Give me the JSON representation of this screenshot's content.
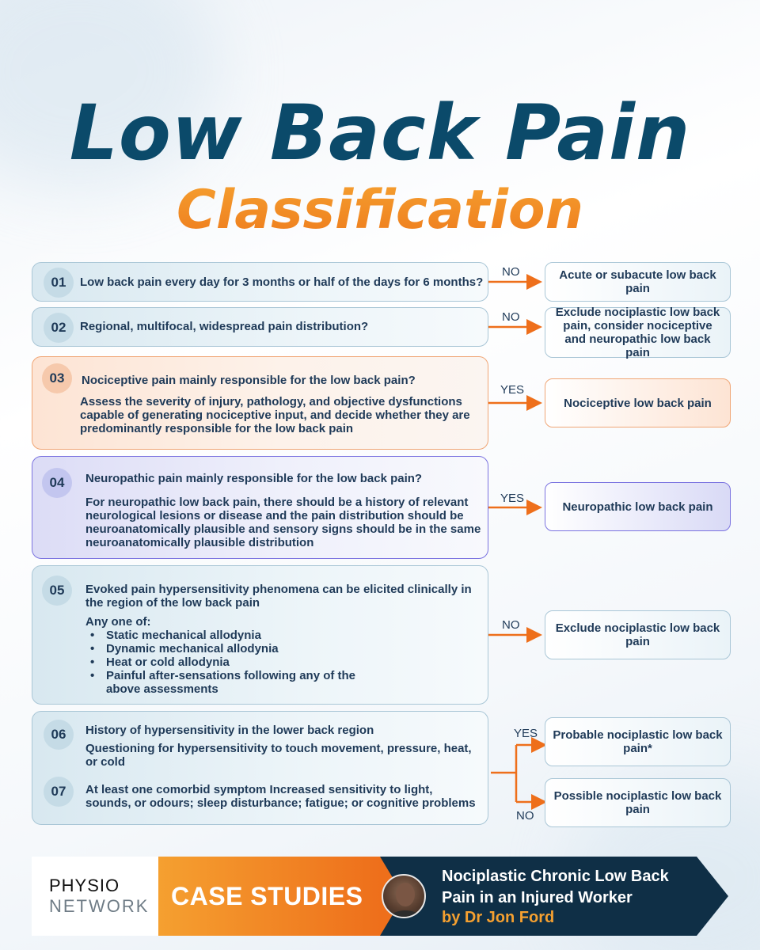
{
  "title": {
    "main": "Low Back Pain",
    "sub": "Classification"
  },
  "questions": [
    {
      "num": "01",
      "text": "Low back pain every day for 3 months or half of the days for 6 months?"
    },
    {
      "num": "02",
      "text": "Regional, multifocal, widespread pain distribution?"
    },
    {
      "num": "03",
      "text": "Nociceptive pain mainly responsible for the low back pain?",
      "desc": "Assess the severity of injury, pathology, and objective dysfunctions capable of generating nociceptive input, and decide whether they are predominantly responsible for the low back pain"
    },
    {
      "num": "04",
      "text": "Neuropathic pain mainly responsible for the low back pain?",
      "desc": "For neuropathic low back pain, there should be a history of relevant neurological lesions or disease and the pain distribution should be neuroanatomically plausible and sensory signs should be in the same neuroanatomically plausible distribution"
    },
    {
      "num": "05",
      "text": "Evoked pain hypersensitivity phenomena can be elicited clinically in the region of the low back pain",
      "lead": "Any one of:",
      "bullets": [
        "Static mechanical allodynia",
        " Dynamic mechanical allodynia",
        "Heat or cold allodynia",
        "Painful after-sensations following any of the above assessments"
      ]
    },
    {
      "num": "06",
      "text": "History of hypersensitivity in the lower back region",
      "desc": "Questioning for hypersensitivity to touch movement, pressure, heat, or cold"
    },
    {
      "num": "07",
      "text": "At least one comorbid symptom Increased sensitivity to light, sounds, or odours; sleep disturbance; fatigue; or cognitive problems"
    }
  ],
  "branches": [
    {
      "label": "NO",
      "result": "Acute or subacute low back pain"
    },
    {
      "label": "NO",
      "result": "Exclude nociplastic low back pain, consider nociceptive and neuropathic low back pain"
    },
    {
      "label": "YES",
      "result": "Nociceptive low back pain"
    },
    {
      "label": "YES",
      "result": "Neuropathic low back pain"
    },
    {
      "label": "NO",
      "result": "Exclude nociplastic low back pain"
    },
    {
      "label": "YES",
      "result": "Probable nociplastic low back pain*"
    },
    {
      "label": "NO",
      "result": "Possible nociplastic low back pain"
    }
  ],
  "footer": {
    "logo_line1": "PHYSIO",
    "logo_line2": "NETWORK",
    "case_label": "CASE STUDIES",
    "study_title": "Nociplastic Chronic Low Back Pain in an Injured Worker",
    "author": "by Dr Jon Ford"
  },
  "colors": {
    "navy": "#0b4a6a",
    "orange": "#f08a22",
    "purple": "#7b73e0",
    "dark": "#0f2f46"
  }
}
